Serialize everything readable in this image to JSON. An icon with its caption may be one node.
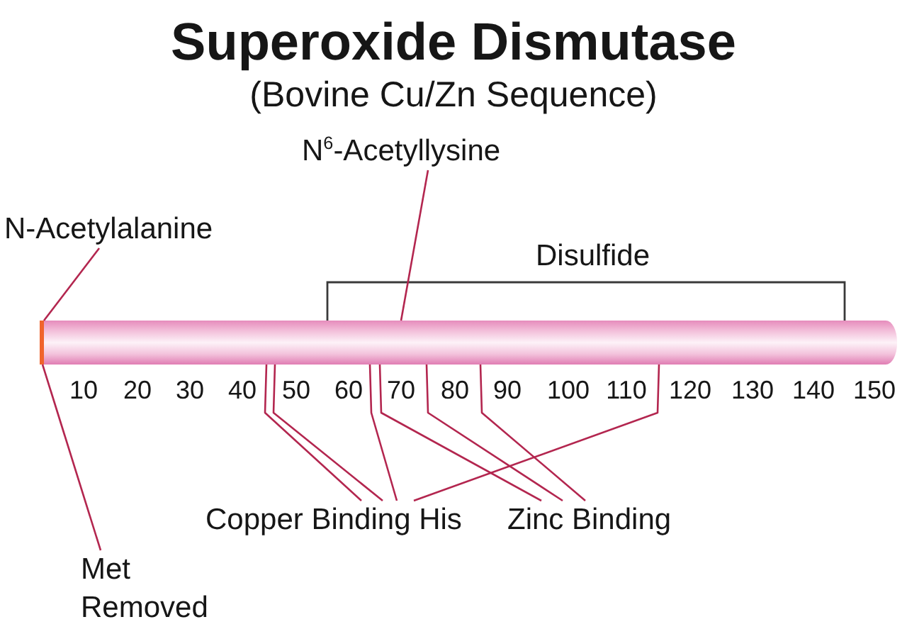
{
  "diagram": {
    "title": "Superoxide Dismutase",
    "nodes": [
      {
        "text": [
          "N$^{6}$-Acetyllysine"
        ]
      },
      {
        "text": [
          "N-Acetylalanine"
        ]
      },
      {
        "text": [],
        "shape": "bar"
      },
      {
        "text": [
          "Copper Binding His"
        ]
      },
      {
        "text": [
          "Zinc Binding"
        ]
      },
      {
        "text": [
          "Met Removed"
        ]
      }
    ],
    "edges": [
      {
        "from": 0,
        "to": 2,
        "arrow": "none"
      },
      {
        "from": 1,
        "to": 2,
        "arrow": "none"
      },
      {
        "from": 3,
        "to": 2,
        "arrow": "none"
      },
      {
        "from": 3,
        "to": 2,
        "arrow": "none"
      },
      {
        "from": 3,
        "to": 2,
        "arrow": "none"
      },
      {
        "from": 3,
        "to": 2,
        "arrow": "none"
      },
      {
        "from": 4,
        "to": 2,
        "arrow": "none"
      },
      {
        "from": 4,
        "to": 2,
        "arrow": "none"
      },
      {
        "from": 4,
        "to": 2,
        "arrow": "none"
      },
      {
        "from": 5,
        "to": 2,
        "arrow": "none"
      }
    ],
    "labels": [
      "(Bovine Cu/Zn Sequence)",
      "Disulfide",
      "10",
      "20",
      "30",
      "40",
      "50",
      "60",
      "70",
      "80",
      "90",
      "100",
      "110",
      "120",
      "130",
      "140",
      "150"
    ]
  }
}
